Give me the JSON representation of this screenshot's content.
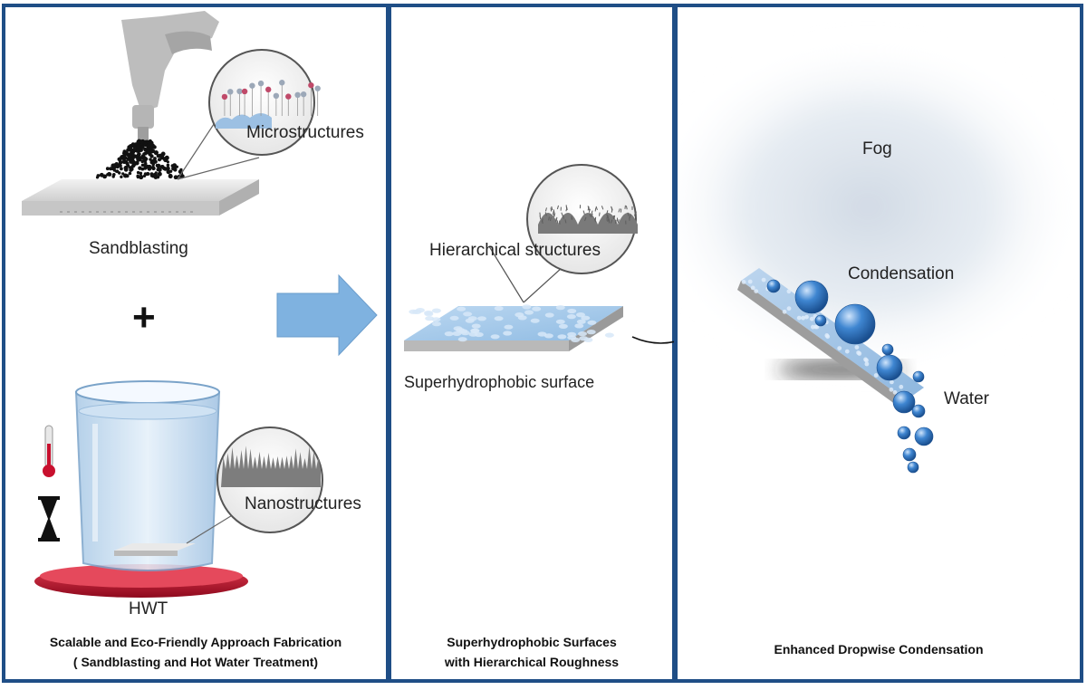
{
  "panels": {
    "fabrication": {
      "labels": {
        "microstructures": "Microstructures",
        "sandblasting": "Sandblasting",
        "plus": "+",
        "nanostructures": "Nanostructures",
        "hwt": "HWT"
      },
      "caption_line1": "Scalable and Eco-Friendly Approach Fabrication",
      "caption_line2": "( Sandblasting and Hot Water Treatment)"
    },
    "surface": {
      "labels": {
        "hierarchical": "Hierarchical structures",
        "superhydrophobic": "Superhydrophobic surface"
      },
      "caption_line1": "Superhydrophobic Surfaces",
      "caption_line2": "with Hierarchical Roughness"
    },
    "condensation": {
      "labels": {
        "fog": "Fog",
        "condensation": "Condensation",
        "water": "Water"
      },
      "caption": "Enhanced Dropwise Condensation"
    }
  },
  "colors": {
    "border": "#1f4e86",
    "arrow_fill": "#7fb2e0",
    "droplet": "#2d6fb8",
    "heater": "#c8102e",
    "fog": "#d5dde8"
  }
}
